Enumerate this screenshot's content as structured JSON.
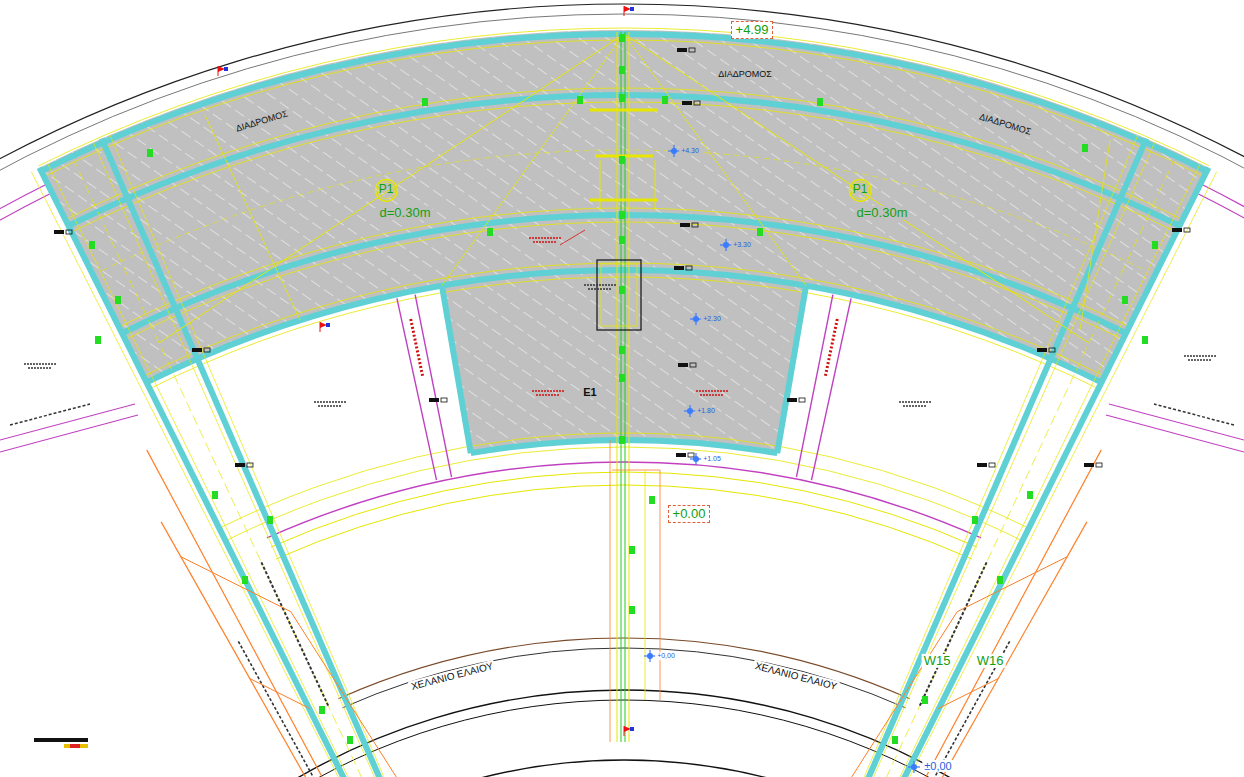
{
  "diagram": {
    "nodes": [
      {
        "text": [
          "+4.99"
        ]
      },
      {
        "text": [
          "P1"
        ]
      },
      {
        "text": [
          "P1"
        ]
      },
      {
        "text": [
          "+0.00"
        ]
      }
    ],
    "labels": [
      "ΔΙΑΔΡΟΜΟΣ",
      "ΔΙΑΔΡΟΜΟΣ",
      "ΔΙΑΔΡΟΜΟΣ",
      "d=0.30m",
      "d=0.30m",
      "+4.30",
      "+3.30",
      "+2.30",
      "+1.80",
      "+1.05",
      "Ε1",
      "+0,00",
      "W15",
      "W16",
      "ΧΕΛΑΝΙΟ ΕΛΑΙΟΥ",
      "ΧΕΛΑΝΙΟ ΕΛΑΙΟΥ",
      "±0,00"
    ]
  }
}
